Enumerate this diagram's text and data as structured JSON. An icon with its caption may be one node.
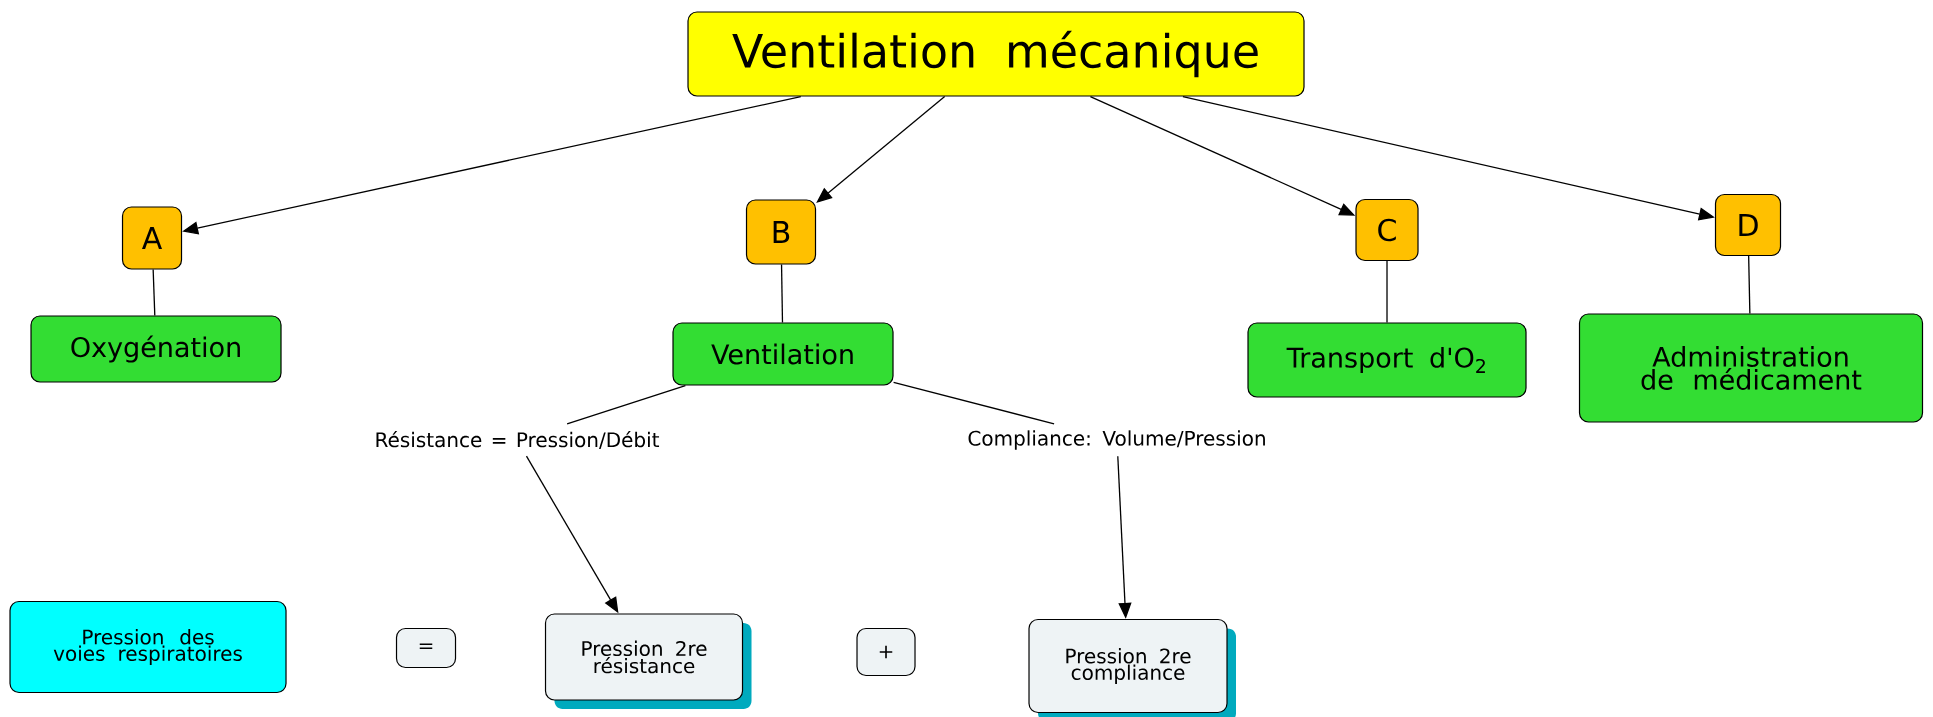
{
  "diagram": {
    "nodes": [
      {
        "text": [
          "Ventilation mécanique"
        ]
      },
      {
        "text": [
          "A"
        ]
      },
      {
        "text": [
          "B"
        ]
      },
      {
        "text": [
          "C"
        ]
      },
      {
        "text": [
          "D"
        ]
      },
      {
        "text": [
          "Oxygénation"
        ]
      },
      {
        "text": [
          "Ventilation"
        ]
      },
      {
        "text": [
          "Transport d'O$_{2}$"
        ]
      },
      {
        "text": [
          "Administration de médicament"
        ]
      },
      {
        "text": [
          "Résistance = Pression/Débit"
        ]
      },
      {
        "text": [
          "Compliance: Volume/Pression"
        ]
      },
      {
        "text": [
          "Pression des voies respiratoires"
        ]
      },
      {
        "text": [
          "="
        ]
      },
      {
        "text": [
          "Pression 2re résistance"
        ]
      },
      {
        "text": [
          "+"
        ]
      },
      {
        "text": [
          "Pression 2re compliance"
        ]
      }
    ],
    "edges": [
      {
        "from": 0,
        "to": 1,
        "arrow": "to"
      },
      {
        "from": 0,
        "to": 2,
        "arrow": "to"
      },
      {
        "from": 0,
        "to": 3,
        "arrow": "to"
      },
      {
        "from": 0,
        "to": 4,
        "arrow": "to"
      },
      {
        "from": 1,
        "to": 5,
        "arrow": "none"
      },
      {
        "from": 2,
        "to": 6,
        "arrow": "none"
      },
      {
        "from": 3,
        "to": 7,
        "arrow": "none"
      },
      {
        "from": 4,
        "to": 8,
        "arrow": "none"
      },
      {
        "from": 6,
        "to": 9,
        "arrow": "none"
      },
      {
        "from": 9,
        "to": 13,
        "arrow": "to"
      },
      {
        "from": 6,
        "to": 10,
        "arrow": "none"
      },
      {
        "from": 10,
        "to": 15,
        "arrow": "to"
      }
    ]
  }
}
